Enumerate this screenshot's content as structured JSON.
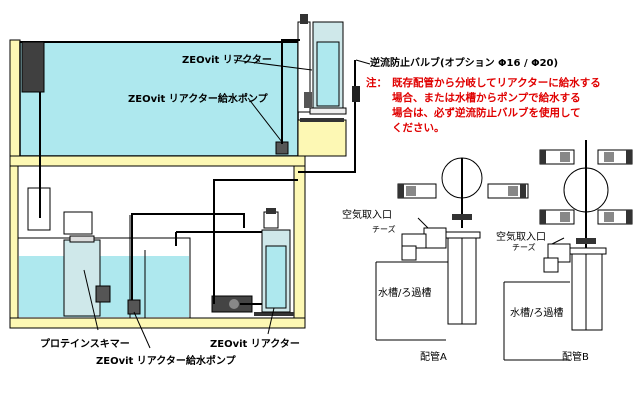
{
  "labels": {
    "reactor_top": "ZEOvit リアクター",
    "reactor_top_pump": "ZEOvit リアクター給水ポンプ",
    "check_valve": "逆流防止バルブ(オプション Φ16 / Φ20)",
    "skimmer": "プロテインスキマー",
    "reactor_bottom_pump": "ZEOvit リアクター給水ポンプ",
    "reactor_bottom": "ZEOvit リアクター"
  },
  "note": {
    "head": "注：",
    "lines": [
      "既存配管から分岐してリアクターに給水する",
      "場合、または水槽からポンプで給水する",
      "場合は、必ず逆流防止バルブを使用して",
      "ください。"
    ]
  },
  "pipe_a": {
    "air_intake": "空気取入口",
    "cheese": "チーズ",
    "tank_label": "水槽/ろ過槽",
    "caption": "配管A"
  },
  "pipe_b": {
    "air_intake": "空気取入口",
    "cheese": "チーズ",
    "tank_label": "水槽/ろ過槽",
    "caption": "配管B"
  },
  "colors": {
    "water": "#aee8ee",
    "cabinet": "#fdf8b4",
    "pipe": "#000000",
    "reactor": "#cfe8ea",
    "note_red": "#e00000"
  }
}
